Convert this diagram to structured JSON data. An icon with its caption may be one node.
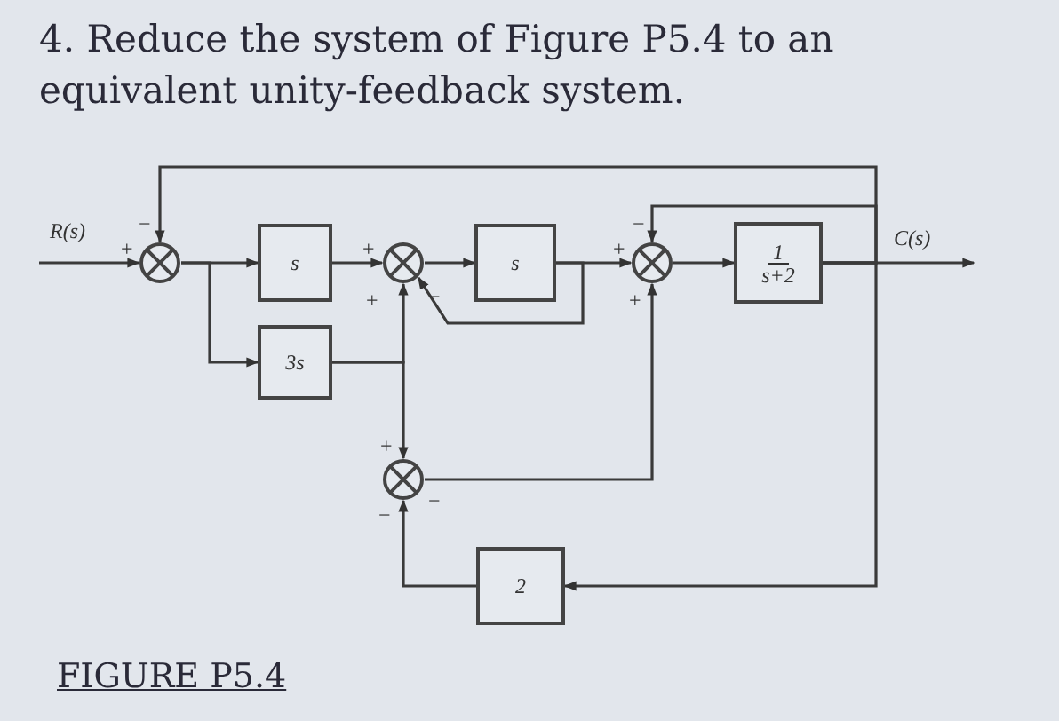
{
  "diagram": {
    "title": "4. Reduce the system of Figure P5.4 to an equivalent unity-feedback system.",
    "caption": "FIGURE P5.4",
    "nodes": [
      {
        "text": [],
        "shape": "circle"
      },
      {
        "text": [
          "s"
        ]
      },
      {
        "text": [
          "3s"
        ]
      },
      {
        "text": [],
        "shape": "circle"
      },
      {
        "text": [
          "s"
        ]
      },
      {
        "text": [],
        "shape": "circle"
      },
      {
        "text": [
          "1",
          "s+2"
        ]
      },
      {
        "text": [],
        "shape": "circle"
      },
      {
        "text": [
          "2"
        ]
      }
    ],
    "edges": [
      {
        "from": null,
        "to": 0,
        "arrow": "to",
        "label": "R(s)"
      },
      {
        "from": 0,
        "to": 1,
        "arrow": "to"
      },
      {
        "from": 0,
        "to": 2,
        "arrow": "to"
      },
      {
        "from": 1,
        "to": 3,
        "arrow": "to"
      },
      {
        "from": 2,
        "to": 3,
        "arrow": "to"
      },
      {
        "from": 2,
        "to": 7,
        "arrow": "to"
      },
      {
        "from": 3,
        "to": 4,
        "arrow": "to"
      },
      {
        "from": 4,
        "to": 5,
        "arrow": "to"
      },
      {
        "from": 4,
        "to": 3,
        "arrow": "to"
      },
      {
        "from": 5,
        "to": 6,
        "arrow": "to"
      },
      {
        "from": 6,
        "to": null,
        "arrow": "to",
        "label": "C(s)"
      },
      {
        "from": 6,
        "to": 5,
        "arrow": "to"
      },
      {
        "from": 6,
        "to": 0,
        "arrow": "to"
      },
      {
        "from": 6,
        "to": 8,
        "arrow": "to"
      },
      {
        "from": 8,
        "to": 7,
        "arrow": "to"
      },
      {
        "from": 7,
        "to": 5,
        "arrow": "to"
      }
    ],
    "labels": [
      "+",
      "−",
      "+",
      "+",
      "−",
      "+",
      "−",
      "+",
      "+",
      "−",
      "−"
    ]
  }
}
